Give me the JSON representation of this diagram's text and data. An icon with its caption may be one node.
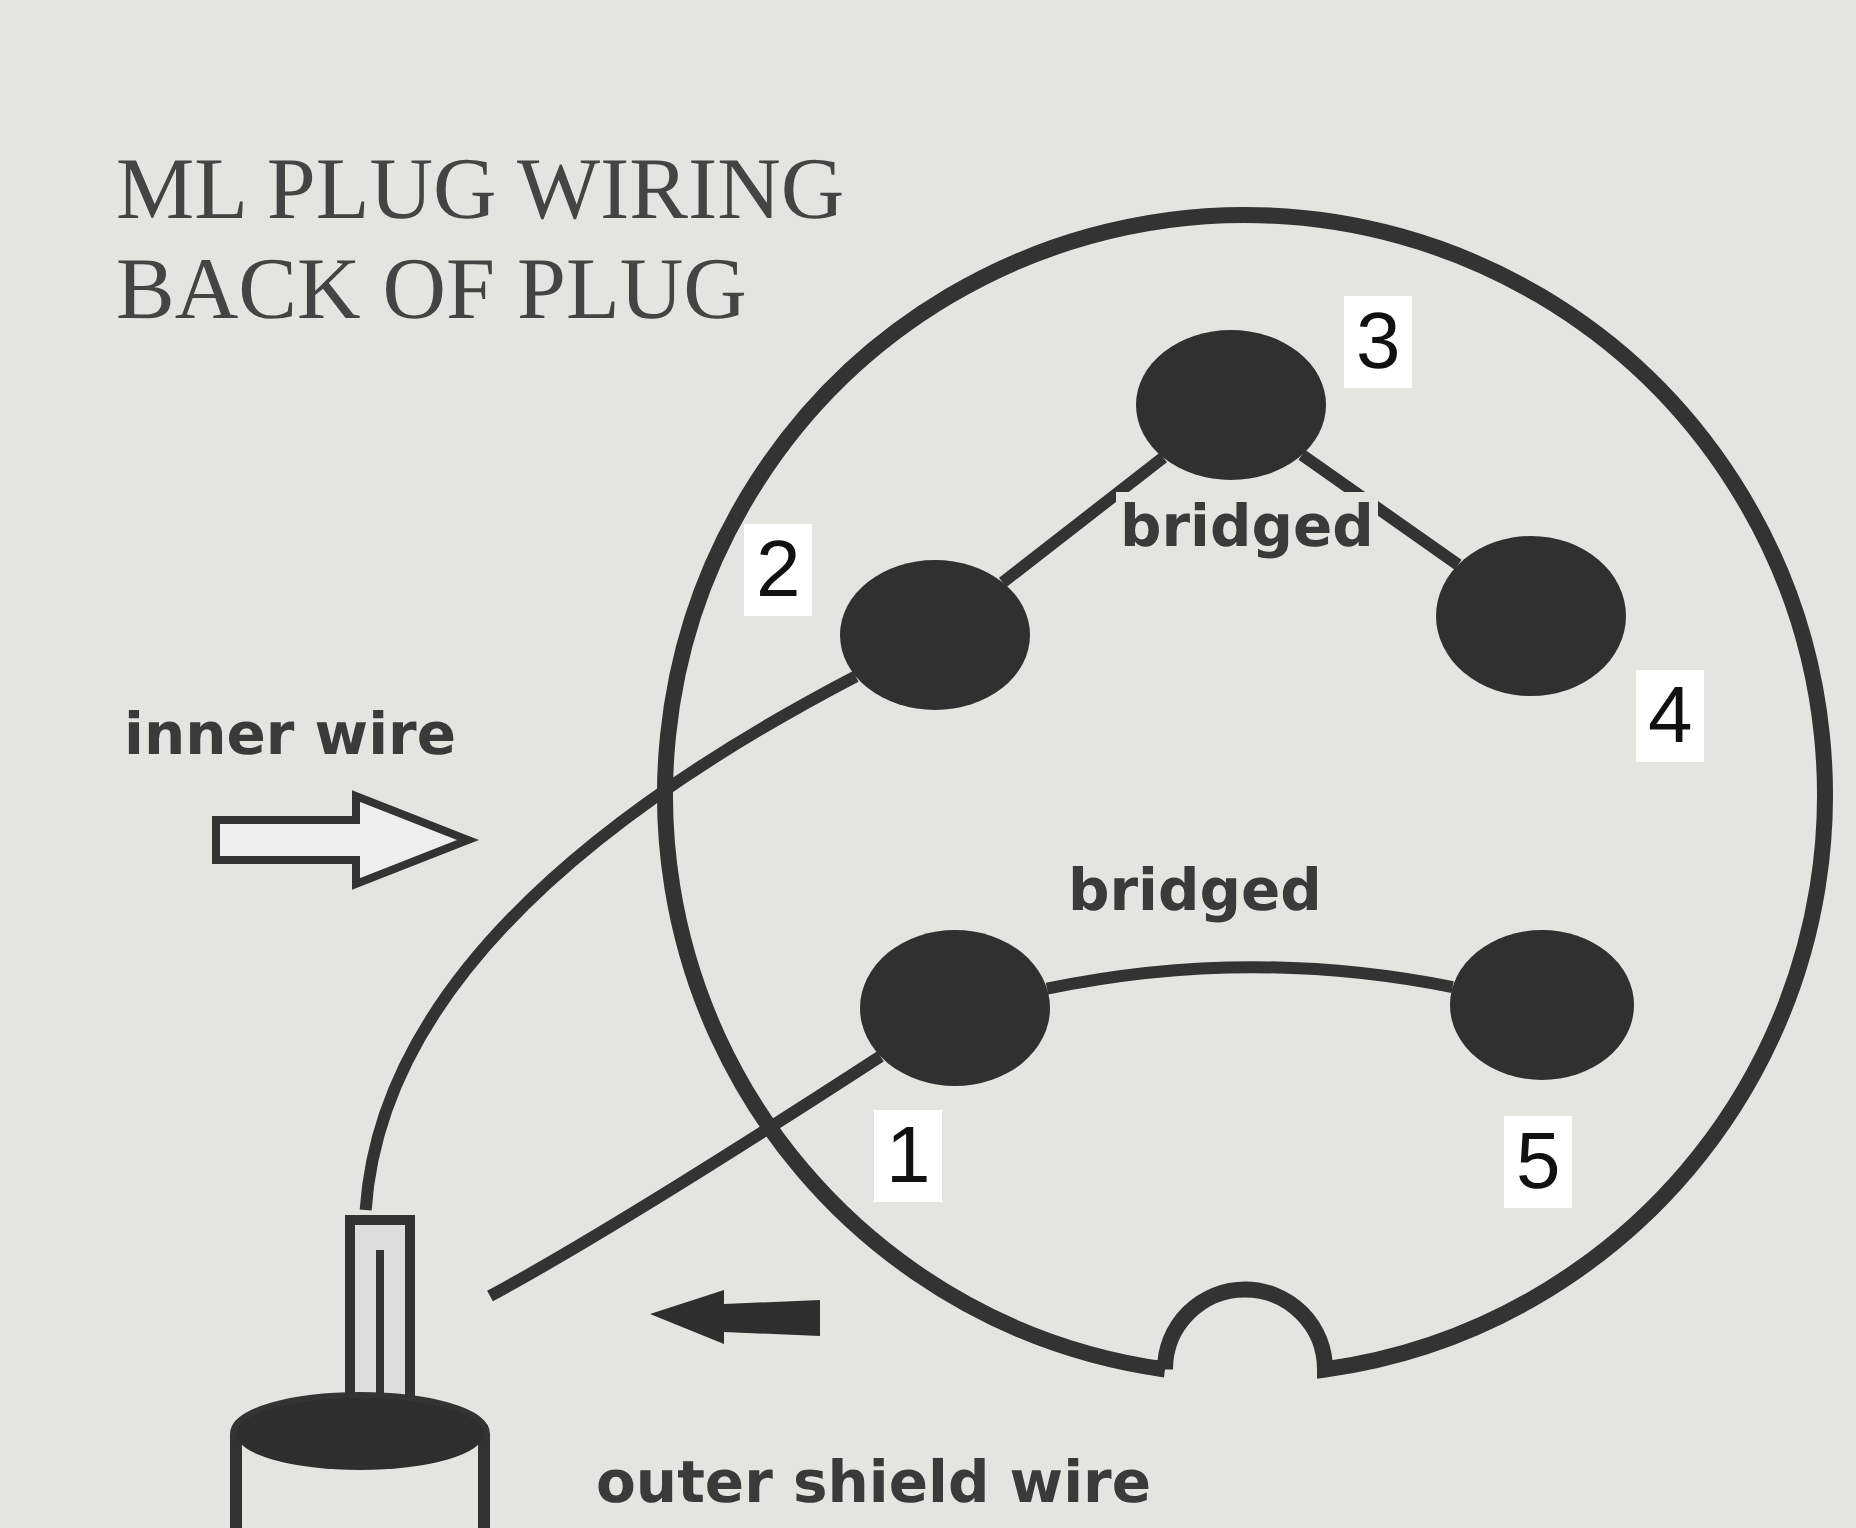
{
  "diagram": {
    "title": "ML PLUG WIRING BACK OF PLUG",
    "nodes": [
      {
        "text": [],
        "shape": "circle"
      },
      {
        "text": [],
        "shape": "circle",
        "beside": [
          "3"
        ],
        "in": 0
      },
      {
        "text": [],
        "shape": "circle",
        "beside": [
          "4"
        ],
        "in": 0
      },
      {
        "text": [],
        "shape": "circle",
        "beside": [
          "2"
        ],
        "in": 0
      },
      {
        "text": [],
        "shape": "circle",
        "beside": [
          "1"
        ],
        "in": 0
      },
      {
        "text": [],
        "shape": "circle",
        "beside": [
          "5"
        ],
        "in": 0
      },
      {
        "text": [],
        "shape": "cylinder"
      }
    ],
    "edges": [
      {
        "from": 3,
        "to": 1,
        "arrow": "none"
      },
      {
        "from": 1,
        "to": 2,
        "arrow": "none",
        "label": "bridged"
      },
      {
        "from": 4,
        "to": 5,
        "arrow": "none",
        "label": "bridged"
      },
      {
        "from": 6,
        "to": 3,
        "arrow": "none",
        "label": "inner wire"
      },
      {
        "from": 6,
        "to": 4,
        "arrow": "none",
        "label": "outer shield wire"
      }
    ]
  }
}
